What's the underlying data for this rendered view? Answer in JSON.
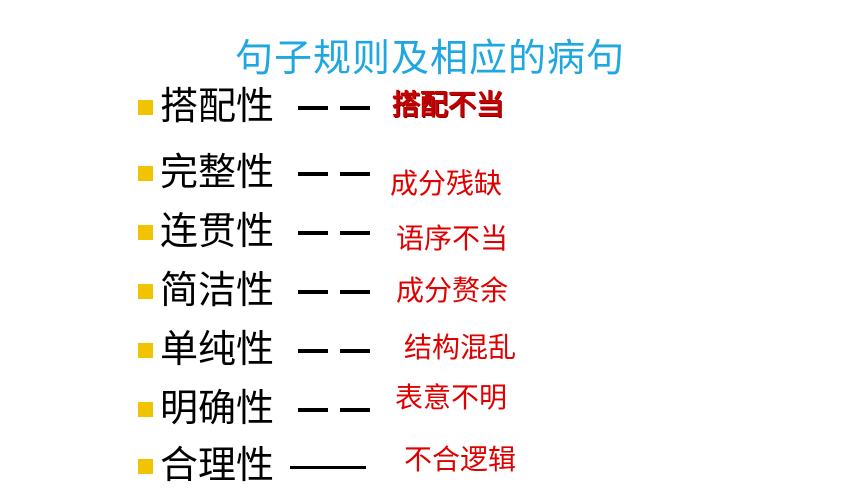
{
  "slide": {
    "title": "句子规则及相应的病句",
    "colors": {
      "title": "#1ea7e1",
      "bullet": "#f2c300",
      "term": "#000000",
      "fault": "#e00000"
    },
    "rows": [
      {
        "term": "搭配性",
        "fault": "搭配不当"
      },
      {
        "term": "完整性",
        "fault": "成分残缺"
      },
      {
        "term": "连贯性",
        "fault": "语序不当"
      },
      {
        "term": "简洁性",
        "fault": "成分赘余"
      },
      {
        "term": "单纯性",
        "fault": "结构混乱"
      },
      {
        "term": "明确性",
        "fault": "表意不明"
      },
      {
        "term": "合理性",
        "fault": "不合逻辑"
      }
    ]
  }
}
